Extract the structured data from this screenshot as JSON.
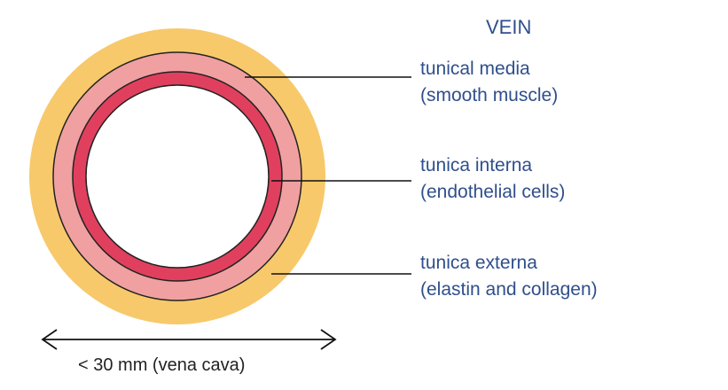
{
  "title": "VEIN",
  "layers": [
    {
      "id": "media",
      "line1": "tunical media",
      "line2": "(smooth muscle)",
      "color": "#f0a0a0"
    },
    {
      "id": "interna",
      "line1": "tunica interna",
      "line2": "(endothelial cells)",
      "color": "#e0405e"
    },
    {
      "id": "externa",
      "line1": "tunica externa",
      "line2": "(elastin and collagen)",
      "color": "#f7c96b"
    }
  ],
  "size_label": "< 30 mm (vena cava)",
  "colors": {
    "label_text": "#2f4f8c",
    "outline": "#111111",
    "lumen": "#ffffff"
  }
}
